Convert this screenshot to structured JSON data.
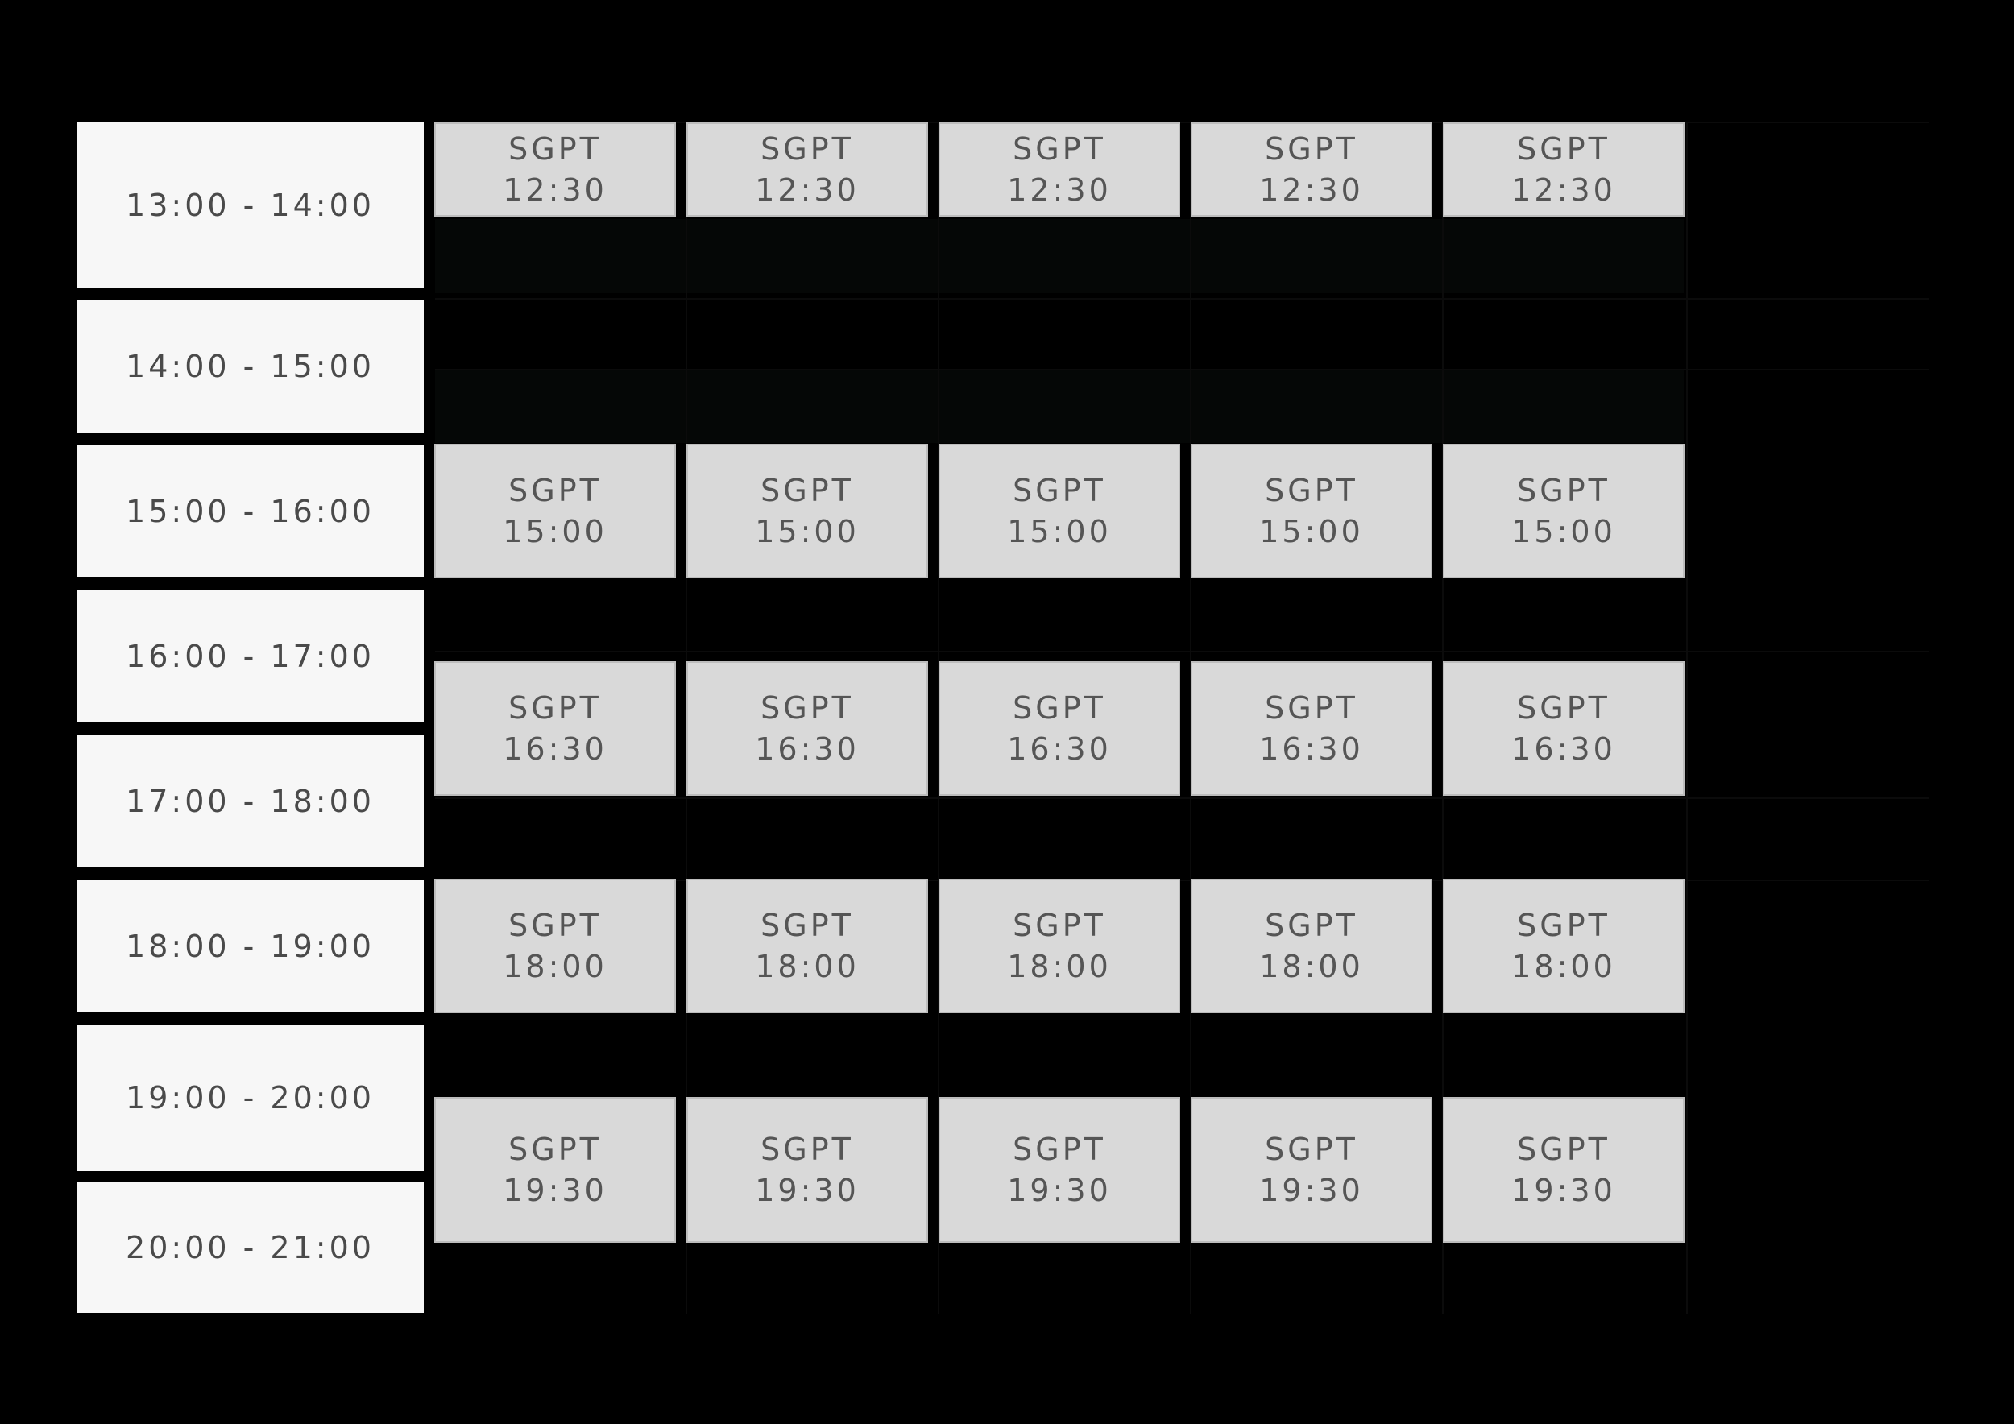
{
  "time_slots": [
    "13:00 - 14:00",
    "14:00 - 15:00",
    "15:00 - 16:00",
    "16:00 - 17:00",
    "17:00 - 18:00",
    "18:00 - 19:00",
    "19:00 - 20:00",
    "20:00 - 21:00"
  ],
  "session_rows": [
    {
      "line1": "SGPT",
      "line2": "12:30"
    },
    {
      "line1": "SGPT",
      "line2": "15:00"
    },
    {
      "line1": "SGPT",
      "line2": "16:30"
    },
    {
      "line1": "SGPT",
      "line2": "18:00"
    },
    {
      "line1": "SGPT",
      "line2": "19:30"
    }
  ],
  "columns": 5,
  "colors": {
    "background": "#000000",
    "time_cell": "#f7f7f7",
    "session_cell": "#d9d9d9",
    "text": "#4a4a4a"
  }
}
